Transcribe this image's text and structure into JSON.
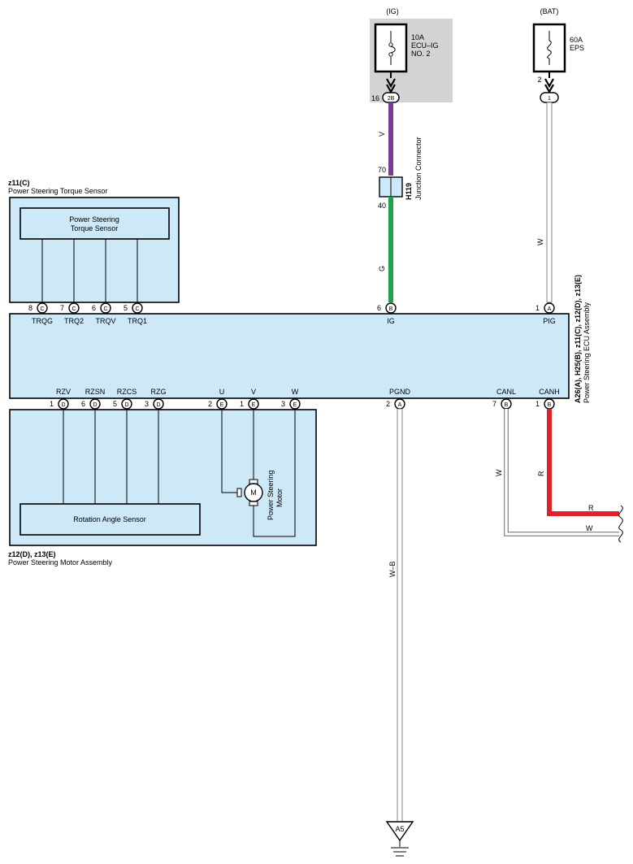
{
  "colors": {
    "box_fill": "#cde9f8",
    "relay_box": "#d3d3d5",
    "wire_violet": "#7b3a96",
    "wire_green": "#1fa34a",
    "wire_red": "#e0202b",
    "wire_white": "#ffffff"
  },
  "fuses": {
    "ig": {
      "source": "(IG)",
      "rating": "10A",
      "name1": "ECU–IG",
      "name2": "NO. 2",
      "pin_num": "16",
      "connector": "2B"
    },
    "bat": {
      "source": "(BAT)",
      "rating": "60A",
      "name": "EPS",
      "pin_num": "2",
      "connector": "1"
    }
  },
  "junction": {
    "id": "H119",
    "name": "Junction Connector",
    "pin_top": "70",
    "pin_bottom": "40"
  },
  "wires": {
    "violet": "V",
    "green": "G",
    "white_pig": "W",
    "white_canl": "W",
    "red_canh": "R",
    "red_out": "R",
    "white_out": "W",
    "ground": "W–B"
  },
  "torque_sensor": {
    "id": "z11(C)",
    "title": "Power Steering Torque Sensor",
    "inner_line1": "Power Steering",
    "inner_line2": "Torque Sensor",
    "pins": [
      {
        "num": "8",
        "conn": "C",
        "name": "TRQG"
      },
      {
        "num": "7",
        "conn": "C",
        "name": "TRQ2"
      },
      {
        "num": "6",
        "conn": "C",
        "name": "TRQV"
      },
      {
        "num": "5",
        "conn": "C",
        "name": "TRQ1"
      }
    ]
  },
  "ecu": {
    "ids": "A26(A), H25(B), z11(C), z12(D), z13(E)",
    "title": "Power Steering ECU Assembly",
    "top_pins": [
      {
        "num": "6",
        "conn": "B",
        "name": "IG"
      },
      {
        "num": "1",
        "conn": "A",
        "name": "PIG"
      }
    ],
    "bottom_pins": [
      {
        "num": "1",
        "conn": "D",
        "name": "RZV"
      },
      {
        "num": "6",
        "conn": "D",
        "name": "RZSN"
      },
      {
        "num": "5",
        "conn": "D",
        "name": "RZCS"
      },
      {
        "num": "3",
        "conn": "D",
        "name": "RZG"
      },
      {
        "num": "2",
        "conn": "E",
        "name": "U"
      },
      {
        "num": "1",
        "conn": "E",
        "name": "V"
      },
      {
        "num": "3",
        "conn": "E",
        "name": "W"
      },
      {
        "num": "2",
        "conn": "A",
        "name": "PGND"
      },
      {
        "num": "7",
        "conn": "B",
        "name": "CANL"
      },
      {
        "num": "1",
        "conn": "B",
        "name": "CANH"
      }
    ]
  },
  "motor_assembly": {
    "ids": "z12(D), z13(E)",
    "title": "Power Steering Motor Assembly",
    "rotation_sensor": "Rotation Angle Sensor",
    "motor_symbol": "M",
    "motor_line1": "Power Steering",
    "motor_line2": "Motor"
  },
  "ground": {
    "label": "A5"
  }
}
